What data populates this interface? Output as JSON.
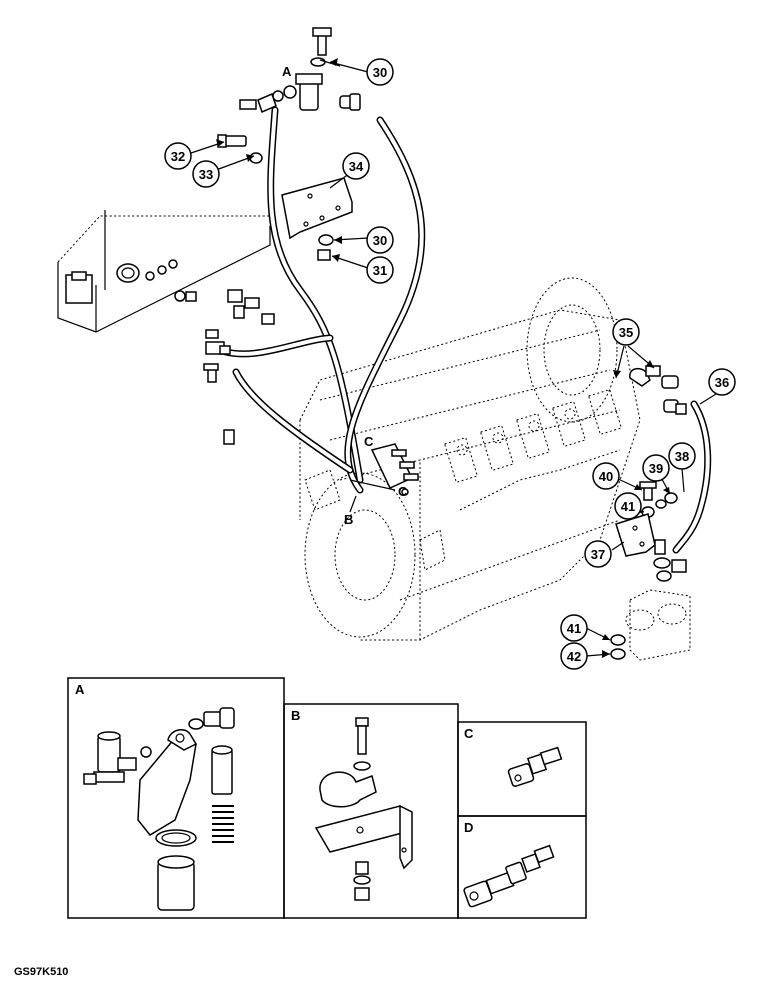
{
  "diagram": {
    "callouts": [
      "30",
      "32",
      "33",
      "34",
      "30",
      "31",
      "35",
      "36",
      "40",
      "39",
      "38",
      "41",
      "37",
      "41",
      "42"
    ],
    "location_letters": [
      "A",
      "B",
      "C"
    ],
    "detail_panels": [
      {
        "letter": "A"
      },
      {
        "letter": "B"
      },
      {
        "letter": "C"
      },
      {
        "letter": "D"
      }
    ],
    "figure_code": "GS97K510"
  }
}
